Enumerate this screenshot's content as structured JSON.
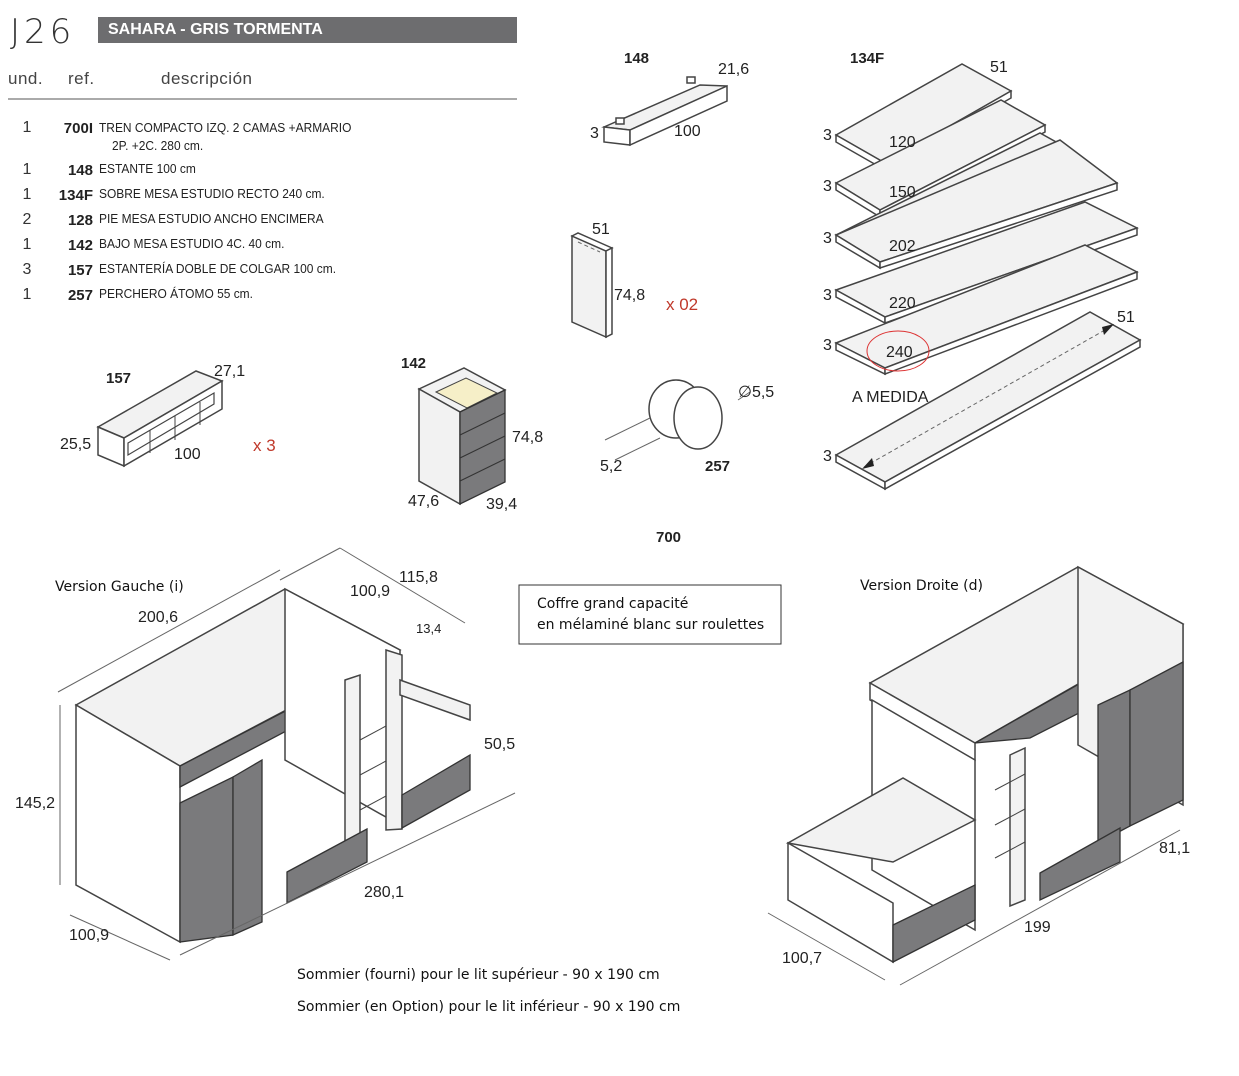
{
  "header": {
    "code": "J26",
    "title": "SAHARA - GRIS TORMENTA",
    "columns": [
      "und.",
      "ref.",
      "descripción"
    ]
  },
  "items": [
    {
      "qty": "1",
      "ref": "700I",
      "desc": "TREN COMPACTO IZQ. 2 CAMAS +ARMARIO",
      "desc2": "2P. +2C. 280 cm."
    },
    {
      "qty": "1",
      "ref": "148",
      "desc": "ESTANTE 100 cm"
    },
    {
      "qty": "1",
      "ref": "134F",
      "desc": "SOBRE MESA ESTUDIO RECTO 240 cm."
    },
    {
      "qty": "2",
      "ref": "128",
      "desc": "PIE MESA ESTUDIO ANCHO ENCIMERA"
    },
    {
      "qty": "1",
      "ref": "142",
      "desc": "BAJO MESA ESTUDIO 4C. 40 cm."
    },
    {
      "qty": "3",
      "ref": "157",
      "desc": "ESTANTERÍA DOBLE DE COLGAR 100 cm."
    },
    {
      "qty": "1",
      "ref": "257",
      "desc": "PERCHERO ÁTOMO 55 cm."
    }
  ],
  "shelf_148": {
    "label": "148",
    "w": "100",
    "d": "21,6",
    "h": "3"
  },
  "panel_128": {
    "w": "51",
    "h": "74,8",
    "count": "x 02"
  },
  "tops_134F": {
    "label": "134F",
    "depth": "51",
    "thickness": [
      "3",
      "3",
      "3",
      "3",
      "3",
      "3"
    ],
    "lengths": [
      "120",
      "150",
      "202",
      "220",
      "240"
    ],
    "custom_label": "A MEDIDA",
    "custom_depth": "51"
  },
  "shelf_157": {
    "label": "157",
    "w": "100",
    "d": "27,1",
    "h": "25,5",
    "count": "x 3"
  },
  "drawer_142": {
    "label": "142",
    "h": "74,8",
    "w": "39,4",
    "d": "47,6"
  },
  "hook_257": {
    "label": "257",
    "diameter": "∅5,5",
    "depth": "5,2"
  },
  "bed_700": {
    "label": "700",
    "left": {
      "title": "Version Gauche (i)",
      "dims": [
        "200,6",
        "100,9",
        "115,8",
        "13,4",
        "50,5",
        "145,2",
        "280,1",
        "100,9"
      ]
    },
    "right": {
      "title": "Version Droite (d)",
      "dims": [
        "81,1",
        "199",
        "100,7"
      ]
    },
    "note": [
      "Coffre grand capacité",
      "en mélaminé blanc sur roulettes"
    ]
  },
  "footer": [
    "Sommier  (fourni) pour le lit supérieur - 90 x 190 cm",
    "Sommier (en Option) pour le lit inférieur -  90 x 190 cm"
  ]
}
